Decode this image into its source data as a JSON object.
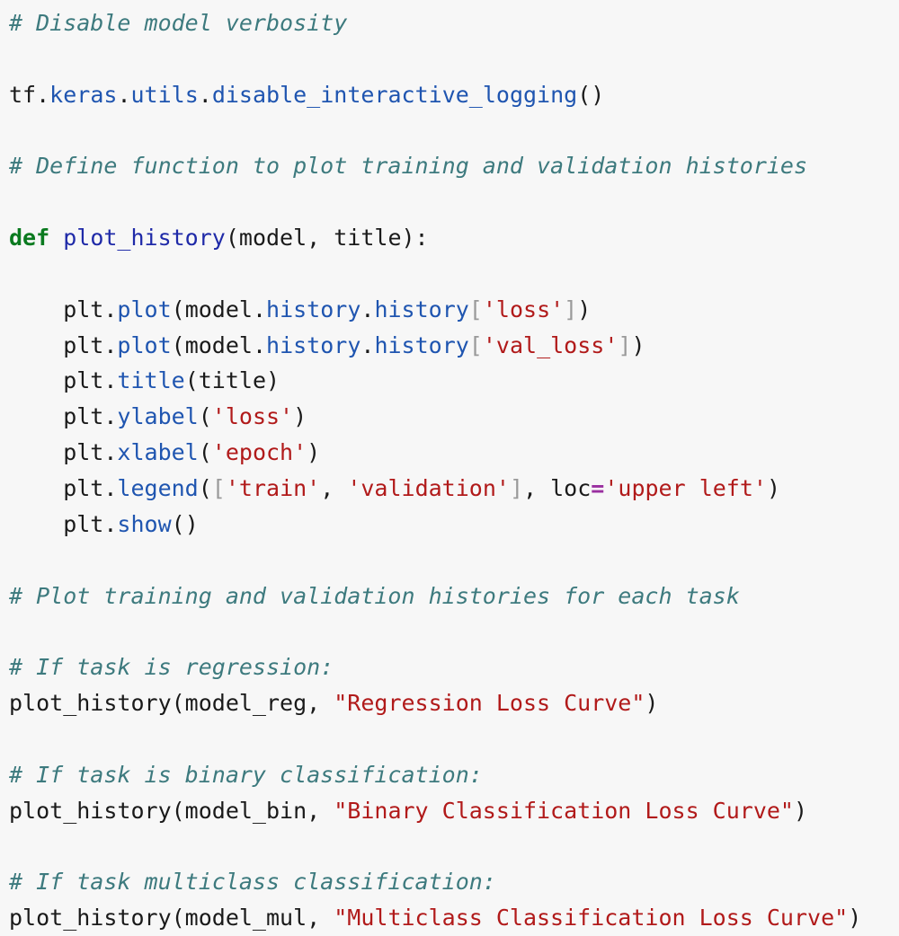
{
  "lines": [
    [
      {
        "t": "# Disable model verbosity",
        "c": "cm"
      }
    ],
    [],
    [
      {
        "t": "tf",
        "c": "pl"
      },
      {
        "t": ".",
        "c": "pl"
      },
      {
        "t": "keras",
        "c": "at"
      },
      {
        "t": ".",
        "c": "pl"
      },
      {
        "t": "utils",
        "c": "at"
      },
      {
        "t": ".",
        "c": "pl"
      },
      {
        "t": "disable_interactive_logging",
        "c": "at"
      },
      {
        "t": "()",
        "c": "pl"
      }
    ],
    [],
    [
      {
        "t": "# Define function to plot training and validation histories",
        "c": "cm"
      }
    ],
    [],
    [
      {
        "t": "def",
        "c": "kw"
      },
      {
        "t": " ",
        "c": "pl"
      },
      {
        "t": "plot_history",
        "c": "fn"
      },
      {
        "t": "(model, title):",
        "c": "pl"
      }
    ],
    [],
    [
      {
        "t": "    plt",
        "c": "pl"
      },
      {
        "t": ".",
        "c": "pl"
      },
      {
        "t": "plot",
        "c": "at"
      },
      {
        "t": "(model",
        "c": "pl"
      },
      {
        "t": ".",
        "c": "pl"
      },
      {
        "t": "history",
        "c": "at"
      },
      {
        "t": ".",
        "c": "pl"
      },
      {
        "t": "history",
        "c": "at"
      },
      {
        "t": "[",
        "c": "br"
      },
      {
        "t": "'loss'",
        "c": "st"
      },
      {
        "t": "]",
        "c": "br"
      },
      {
        "t": ")",
        "c": "pl"
      }
    ],
    [
      {
        "t": "    plt",
        "c": "pl"
      },
      {
        "t": ".",
        "c": "pl"
      },
      {
        "t": "plot",
        "c": "at"
      },
      {
        "t": "(model",
        "c": "pl"
      },
      {
        "t": ".",
        "c": "pl"
      },
      {
        "t": "history",
        "c": "at"
      },
      {
        "t": ".",
        "c": "pl"
      },
      {
        "t": "history",
        "c": "at"
      },
      {
        "t": "[",
        "c": "br"
      },
      {
        "t": "'val_loss'",
        "c": "st"
      },
      {
        "t": "]",
        "c": "br"
      },
      {
        "t": ")",
        "c": "pl"
      }
    ],
    [
      {
        "t": "    plt",
        "c": "pl"
      },
      {
        "t": ".",
        "c": "pl"
      },
      {
        "t": "title",
        "c": "at"
      },
      {
        "t": "(title)",
        "c": "pl"
      }
    ],
    [
      {
        "t": "    plt",
        "c": "pl"
      },
      {
        "t": ".",
        "c": "pl"
      },
      {
        "t": "ylabel",
        "c": "at"
      },
      {
        "t": "(",
        "c": "pl"
      },
      {
        "t": "'loss'",
        "c": "st"
      },
      {
        "t": ")",
        "c": "pl"
      }
    ],
    [
      {
        "t": "    plt",
        "c": "pl"
      },
      {
        "t": ".",
        "c": "pl"
      },
      {
        "t": "xlabel",
        "c": "at"
      },
      {
        "t": "(",
        "c": "pl"
      },
      {
        "t": "'epoch'",
        "c": "st"
      },
      {
        "t": ")",
        "c": "pl"
      }
    ],
    [
      {
        "t": "    plt",
        "c": "pl"
      },
      {
        "t": ".",
        "c": "pl"
      },
      {
        "t": "legend",
        "c": "at"
      },
      {
        "t": "(",
        "c": "pl"
      },
      {
        "t": "[",
        "c": "br"
      },
      {
        "t": "'train'",
        "c": "st"
      },
      {
        "t": ", ",
        "c": "pl"
      },
      {
        "t": "'validation'",
        "c": "st"
      },
      {
        "t": "]",
        "c": "br"
      },
      {
        "t": ", loc",
        "c": "pl"
      },
      {
        "t": "=",
        "c": "op"
      },
      {
        "t": "'upper left'",
        "c": "st"
      },
      {
        "t": ")",
        "c": "pl"
      }
    ],
    [
      {
        "t": "    plt",
        "c": "pl"
      },
      {
        "t": ".",
        "c": "pl"
      },
      {
        "t": "show",
        "c": "at"
      },
      {
        "t": "()",
        "c": "pl"
      }
    ],
    [],
    [
      {
        "t": "# Plot training and validation histories for each task",
        "c": "cm"
      }
    ],
    [],
    [
      {
        "t": "# If task is regression:",
        "c": "cm"
      }
    ],
    [
      {
        "t": "plot_history(model_reg, ",
        "c": "pl"
      },
      {
        "t": "\"Regression Loss Curve\"",
        "c": "st"
      },
      {
        "t": ")",
        "c": "pl"
      }
    ],
    [],
    [
      {
        "t": "# If task is binary classification:",
        "c": "cm"
      }
    ],
    [
      {
        "t": "plot_history(model_bin, ",
        "c": "pl"
      },
      {
        "t": "\"Binary Classification Loss Curve\"",
        "c": "st"
      },
      {
        "t": ")",
        "c": "pl"
      }
    ],
    [],
    [
      {
        "t": "# If task multiclass classification:",
        "c": "cm"
      }
    ],
    [
      {
        "t": "plot_history(model_mul, ",
        "c": "pl"
      },
      {
        "t": "\"Multiclass Classification Loss Curve\"",
        "c": "st"
      },
      {
        "t": ")",
        "c": "pl"
      }
    ]
  ]
}
